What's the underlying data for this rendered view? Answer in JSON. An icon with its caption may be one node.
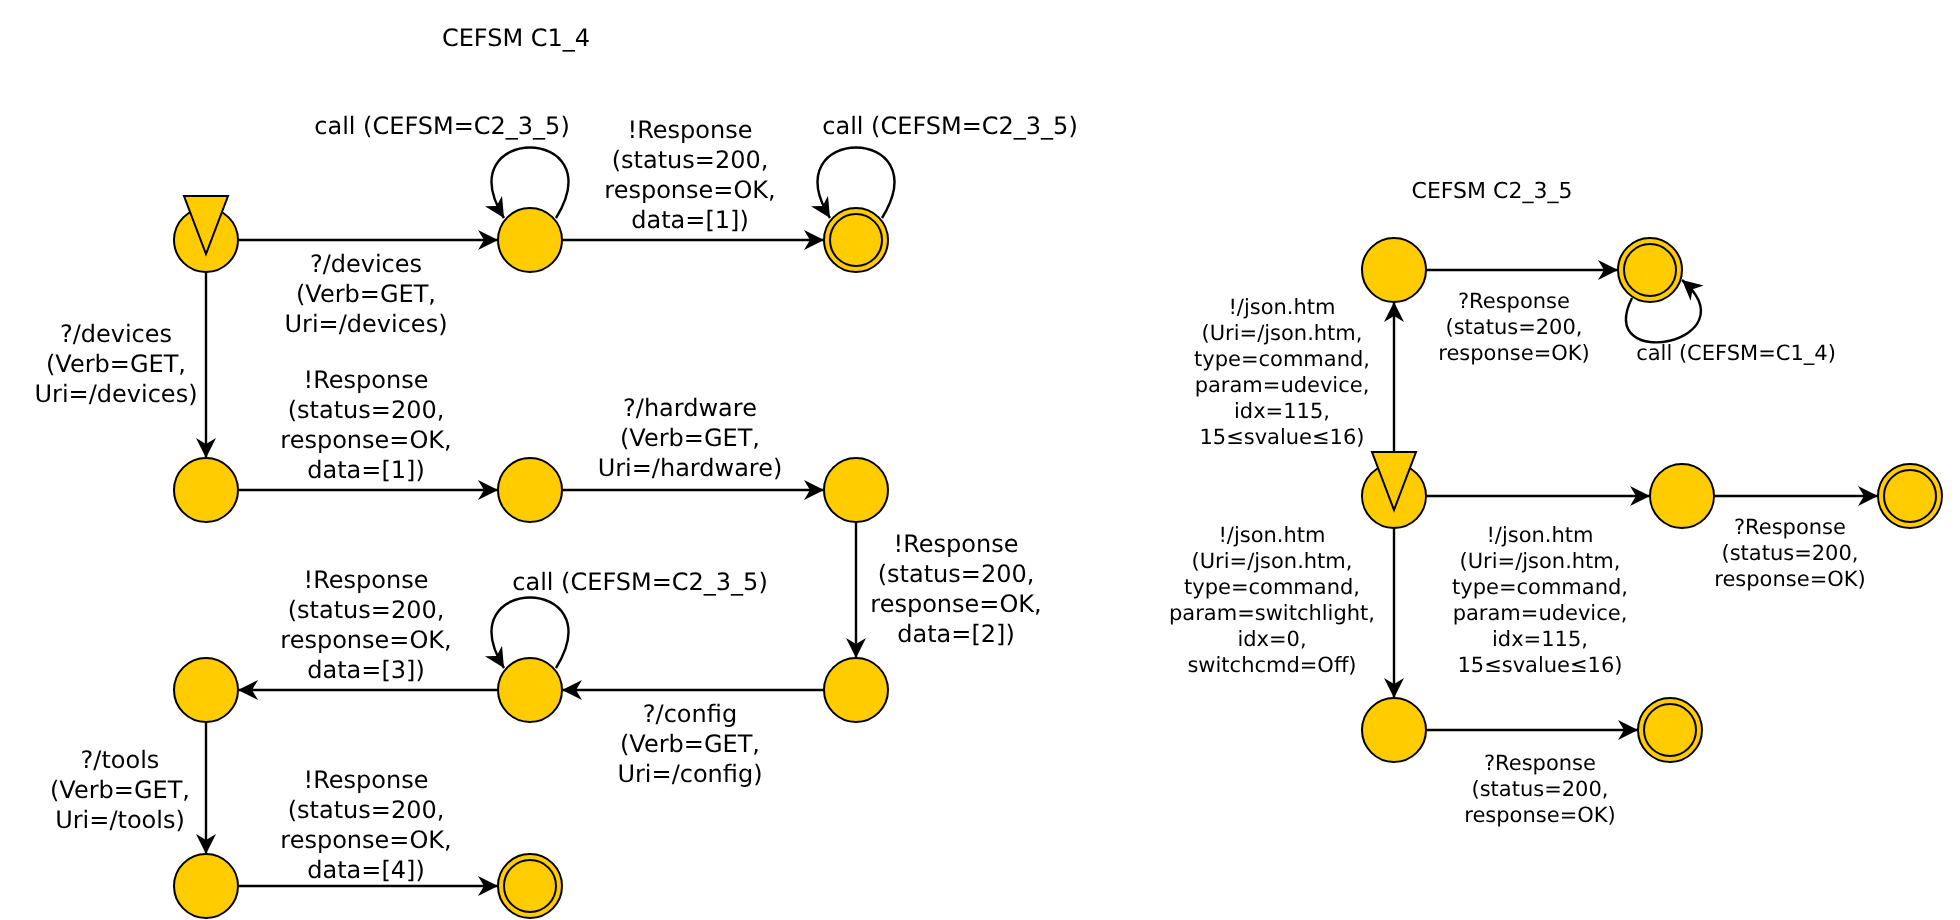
{
  "diagram": {
    "nodes": [
      {
        "text": [],
        "shape": "circle"
      },
      {
        "text": [],
        "shape": "circle"
      },
      {
        "text": [],
        "shape": "circle"
      },
      {
        "text": [],
        "shape": "circle"
      },
      {
        "text": [],
        "shape": "circle"
      },
      {
        "text": [],
        "shape": "circle"
      },
      {
        "text": [],
        "shape": "circle"
      },
      {
        "text": [],
        "shape": "circle"
      },
      {
        "text": [],
        "shape": "circle"
      },
      {
        "text": [],
        "shape": "circle"
      },
      {
        "text": [],
        "shape": "circle"
      },
      {
        "text": [],
        "shape": "circle"
      },
      {
        "text": [],
        "shape": "circle"
      },
      {
        "text": [],
        "shape": "circle"
      },
      {
        "text": [],
        "shape": "circle"
      },
      {
        "text": [],
        "shape": "circle"
      },
      {
        "text": [],
        "shape": "circle"
      },
      {
        "text": [],
        "shape": "circle"
      }
    ],
    "edges": [
      {
        "from": 0,
        "to": 1,
        "arrow": "to",
        "label": "?/devices (Verb=GET, Uri=/devices)"
      },
      {
        "from": 1,
        "to": 1,
        "arrow": "to",
        "label": "call (CEFSM=C2_3_5)"
      },
      {
        "from": 1,
        "to": 2,
        "arrow": "to",
        "label": "!Response (status=200, response=OK, data=[1])"
      },
      {
        "from": 2,
        "to": 2,
        "arrow": "to",
        "label": "call (CEFSM=C2_3_5)"
      },
      {
        "from": 0,
        "to": 3,
        "arrow": "to",
        "label": "?/devices (Verb=GET, Uri=/devices)"
      },
      {
        "from": 3,
        "to": 4,
        "arrow": "to",
        "label": "!Response (status=200, response=OK, data=[1])"
      },
      {
        "from": 4,
        "to": 5,
        "arrow": "to",
        "label": "?/hardware (Verb=GET, Uri=/hardware)"
      },
      {
        "from": 5,
        "to": 6,
        "arrow": "to",
        "label": "!Response (status=200, response=OK, data=[2])"
      },
      {
        "from": 6,
        "to": 7,
        "arrow": "to",
        "label": "?/config (Verb=GET, Uri=/config)"
      },
      {
        "from": 7,
        "to": 7,
        "arrow": "to",
        "label": "call (CEFSM=C2_3_5)"
      },
      {
        "from": 7,
        "to": 8,
        "arrow": "to",
        "label": "!Response (status=200, response=OK, data=[3])"
      },
      {
        "from": 8,
        "to": 9,
        "arrow": "to",
        "label": "?/tools (Verb=GET, Uri=/tools)"
      },
      {
        "from": 9,
        "to": 10,
        "arrow": "to",
        "label": "!Response (status=200, response=OK, data=[4])"
      },
      {
        "from": 13,
        "to": 11,
        "arrow": "to",
        "label": "!/json.htm (Uri=/json.htm, type=command, param=udevice, idx=115, 15≤svalue≤16)"
      },
      {
        "from": 11,
        "to": 12,
        "arrow": "to",
        "label": "?Response (status=200, response=OK)"
      },
      {
        "from": 12,
        "to": 12,
        "arrow": "to",
        "label": "call (CEFSM=C1_4)"
      },
      {
        "from": 13,
        "to": 14,
        "arrow": "to",
        "label": "!/json.htm (Uri=/json.htm, type=command, param=udevice, idx=115, 15≤svalue≤16)"
      },
      {
        "from": 14,
        "to": 15,
        "arrow": "to",
        "label": "?Response (status=200, response=OK)"
      },
      {
        "from": 13,
        "to": 16,
        "arrow": "to",
        "label": "!/json.htm (Uri=/json.htm, type=command, param=switchlight, idx=0, switchcmd=Off)"
      },
      {
        "from": 16,
        "to": 17,
        "arrow": "to",
        "label": "?Response (status=200, response=OK)"
      }
    ],
    "labels": [
      "CEFSM C1_4",
      "CEFSM C2_3_5"
    ]
  }
}
